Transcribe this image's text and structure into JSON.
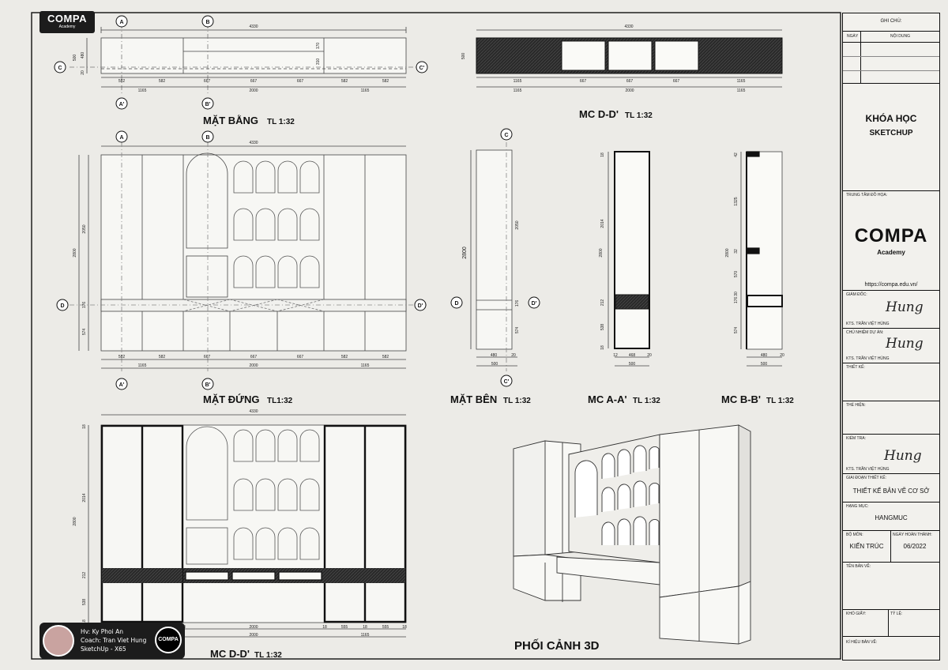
{
  "logo": {
    "brand": "COMPA",
    "sub": "Academy"
  },
  "views": {
    "plan_title": "MẶT BẰNG",
    "plan_scale": "TL 1:32",
    "section_dd_top_title": "MC D-D'",
    "section_dd_top_scale": "TL 1:32",
    "elevation_title": "MẶT ĐỨNG",
    "elevation_scale": "TL1:32",
    "side_title": "MẶT BÊN",
    "side_scale": "TL 1:32",
    "section_aa_title": "MC A-A'",
    "section_aa_scale": "TL 1:32",
    "section_bb_title": "MC B-B'",
    "section_bb_scale": "TL 1:32",
    "section_dd_bottom_title": "MC D-D'",
    "section_dd_bottom_scale": "TL 1:32",
    "perspective_title": "PHỐI CẢNH 3D"
  },
  "dimensions": {
    "total_width": "4330",
    "seg_582": "582",
    "seg_667": "667",
    "seg_1165": "1165",
    "seg_2000": "2000",
    "depth_500": "500",
    "depth_480": "480",
    "depth_20": "20",
    "d_170": "170",
    "d_310": "310",
    "h_2800": "2800",
    "h_2050": "2050",
    "h_176": "176",
    "h_574": "574",
    "h_2014": "2014",
    "h_212": "212",
    "h_538": "538",
    "h_18": "18",
    "w_468": "468",
    "w_12": "12",
    "w_555": "555",
    "h_42": "42",
    "h_1325": "1325",
    "h_32": "32",
    "h_570": "570",
    "h_30": "30"
  },
  "markers": {
    "a": "A",
    "a_prime": "A'",
    "b": "B",
    "b_prime": "B'",
    "c": "C",
    "c_prime": "C'",
    "d": "D",
    "d_prime": "D'"
  },
  "title_block": {
    "notes_header": "GHI CHÚ:",
    "col_date": "NGÀY",
    "col_content": "NỘI DUNG",
    "course_line1": "KHÓA HỌC",
    "course_line2": "SKETCHUP",
    "center_label": "TRUNG TÂM ĐỒ HỌA:",
    "center_logo": "COMPA",
    "center_logo_sub": "Academy",
    "website": "https://compa.edu.vn/",
    "director_label": "GIÁM ĐỐC:",
    "director_name": "KTS. TRẦN VIỆT HÙNG",
    "pm_label": "CHỦ NHIỆM DỰ ÁN:",
    "pm_name": "KTS. TRẦN VIỆT HÙNG",
    "design_label": "THIẾT KẾ:",
    "drawn_label": "THỂ HIỆN:",
    "check_label": "KIỂM TRA:",
    "check_name": "KTS. TRẦN VIỆT HÙNG",
    "phase_label": "GIAI ĐOẠN THIẾT KẾ:",
    "phase_value": "THIẾT KẾ BẢN VẼ CƠ SỞ",
    "item_label": "HẠNG MỤC:",
    "item_value": "HANGMUC",
    "dept_label": "BỘ MÔN:",
    "dept_value": "KIẾN TRÚC",
    "done_label": "NGÀY HOÀN THÀNH:",
    "done_value": "06/2022",
    "sheet_name_label": "TÊN BẢN VẼ:",
    "paper_label": "KHỔ GIẤY:",
    "scale_label": "TỶ LỆ:",
    "code_label": "KÍ HIỆU BẢN VẼ:",
    "signature": "Hung"
  },
  "watermark": {
    "line1": "Hv: Ky Phoi An",
    "line2": "Coach: Tran Viet Hung",
    "line3": "SketchUp - X65",
    "logo": "COMPA"
  }
}
